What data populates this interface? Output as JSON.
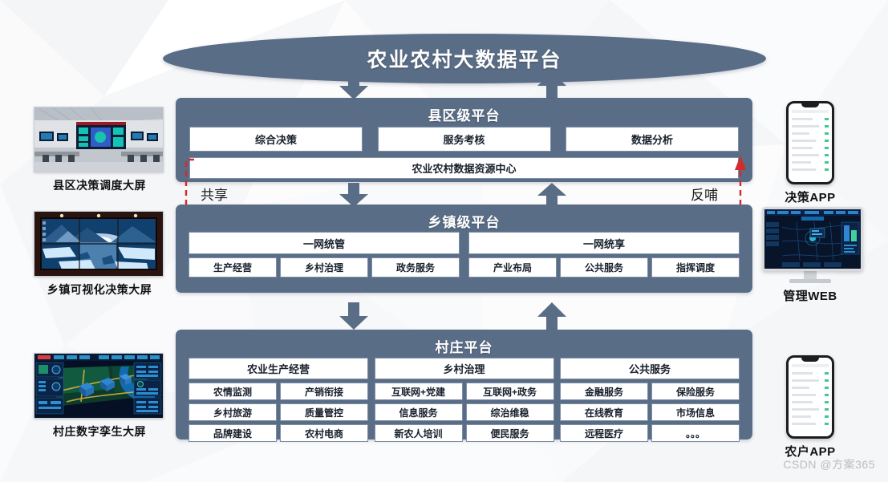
{
  "title": "农业农村大数据平台",
  "county": {
    "title": "县区级平台",
    "modules": [
      "综合决策",
      "服务考核",
      "数据分析"
    ],
    "center": "农业农村数据资源中心"
  },
  "township": {
    "title": "乡镇级平台",
    "groups": [
      {
        "head": "一网统管",
        "items": [
          "生产经营",
          "乡村治理",
          "政务服务"
        ]
      },
      {
        "head": "一网统享",
        "items": [
          "产业布局",
          "公共服务",
          "指挥调度"
        ]
      }
    ]
  },
  "village": {
    "title": "村庄平台",
    "groups": [
      {
        "head": "农业生产经营",
        "items": [
          "农情监测",
          "产销衔接",
          "乡村旅游",
          "质量管控",
          "品牌建设",
          "农村电商"
        ]
      },
      {
        "head": "乡村治理",
        "items": [
          "互联网+党建",
          "互联网+政务",
          "信息服务",
          "综治维稳",
          "新农人培训",
          "便民服务"
        ]
      },
      {
        "head": "公共服务",
        "items": [
          "金融服务",
          "保险服务",
          "在线教育",
          "市场信息",
          "远程医疗",
          "。。。"
        ]
      }
    ]
  },
  "flow_labels": {
    "share": "共享",
    "feedback": "反哺"
  },
  "screens": [
    {
      "caption": "县区决策调度大屏",
      "kind": "control-room-photo"
    },
    {
      "caption": "乡镇可视化决策大屏",
      "kind": "video-wall-photo"
    },
    {
      "caption": "村庄数字孪生大屏",
      "kind": "digital-twin-photo"
    }
  ],
  "devices": [
    {
      "caption": "决策APP",
      "kind": "phone"
    },
    {
      "caption": "管理WEB",
      "kind": "monitor"
    },
    {
      "caption": "农户APP",
      "kind": "phone"
    }
  ],
  "watermark": "CSDN @方案365",
  "colors": {
    "panel": "#5a6d87",
    "panel_border": "#7e8ea5",
    "accent_red": "#d42a2a",
    "background": "#fbfbfc",
    "box_fill": "#ffffff"
  }
}
